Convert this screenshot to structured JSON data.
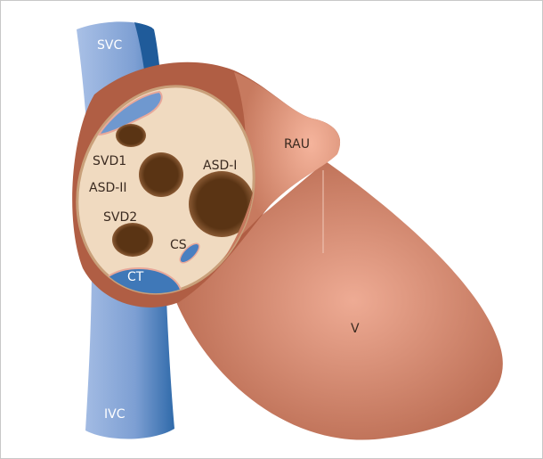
{
  "labels": {
    "svc": "SVC",
    "ivc": "IVC",
    "svd1": "SVD1",
    "asd2": "ASD-II",
    "svd2": "SVD2",
    "cs": "CS",
    "ct": "CT",
    "asd1": "ASD-I",
    "rau": "RAU",
    "v": "V"
  },
  "colors": {
    "vessel": "#7d9fd3",
    "vessel_dark": "#1f5b9a",
    "atrium_wall": "#b05e44",
    "septum": "#f0dac0",
    "defect": "#5a3414",
    "ventricle": "#d98c72"
  }
}
